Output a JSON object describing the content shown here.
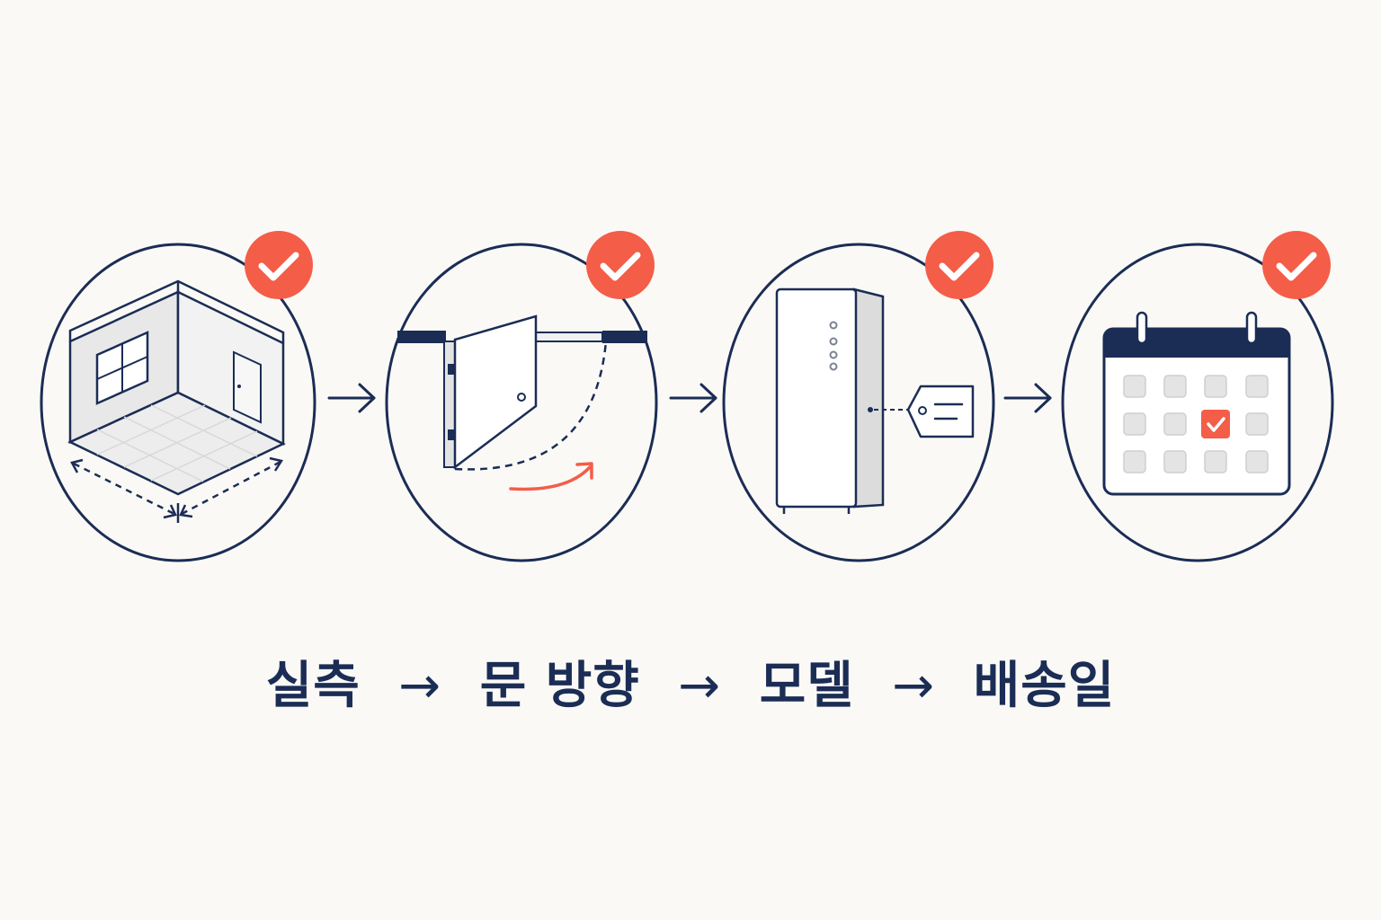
{
  "colors": {
    "navy": "#1b2d55",
    "accent": "#f45d48",
    "background": "#fbf9f6",
    "light_gray": "#e6e6e6",
    "mid_gray": "#cfcfcf"
  },
  "steps": [
    {
      "label": "실측",
      "icon": "room-measure-icon",
      "status": "done"
    },
    {
      "label": "문 방향",
      "icon": "door-swing-icon",
      "status": "done"
    },
    {
      "label": "모델",
      "icon": "fridge-model-tag-icon",
      "status": "done"
    },
    {
      "label": "배송일",
      "icon": "calendar-delivery-icon",
      "status": "done"
    }
  ],
  "flow_arrow_icon": "arrow-right-icon",
  "check_badge_icon": "check-badge-icon",
  "caption_separator": "→"
}
